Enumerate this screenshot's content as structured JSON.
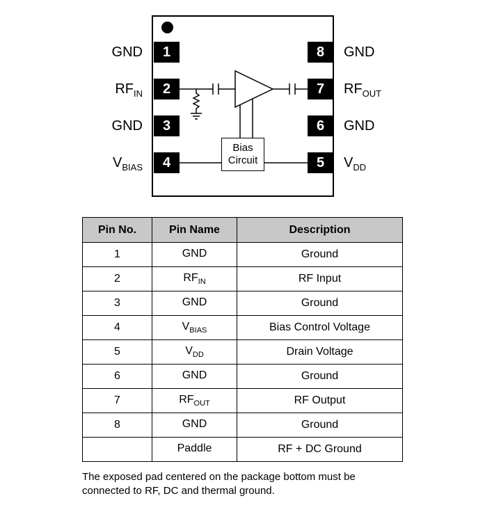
{
  "diagram": {
    "left_pins": [
      {
        "number": "1",
        "label": "GND",
        "sub": ""
      },
      {
        "number": "2",
        "label": "RF",
        "sub": "IN"
      },
      {
        "number": "3",
        "label": "GND",
        "sub": ""
      },
      {
        "number": "4",
        "label": "V",
        "sub": "BIAS"
      }
    ],
    "right_pins": [
      {
        "number": "8",
        "label": "GND",
        "sub": ""
      },
      {
        "number": "7",
        "label": "RF",
        "sub": "OUT"
      },
      {
        "number": "6",
        "label": "GND",
        "sub": ""
      },
      {
        "number": "5",
        "label": "V",
        "sub": "DD"
      }
    ],
    "bias_line1": "Bias",
    "bias_line2": "Circuit"
  },
  "table": {
    "headers": [
      "Pin No.",
      "Pin Name",
      "Description"
    ],
    "rows": [
      {
        "pin_no": "1",
        "name": "GND",
        "name_sub": "",
        "description": "Ground"
      },
      {
        "pin_no": "2",
        "name": "RF",
        "name_sub": "IN",
        "description": "RF Input"
      },
      {
        "pin_no": "3",
        "name": "GND",
        "name_sub": "",
        "description": "Ground"
      },
      {
        "pin_no": "4",
        "name": "V",
        "name_sub": "BIAS",
        "description": "Bias Control Voltage"
      },
      {
        "pin_no": "5",
        "name": "V",
        "name_sub": "DD",
        "description": "Drain Voltage"
      },
      {
        "pin_no": "6",
        "name": "GND",
        "name_sub": "",
        "description": "Ground"
      },
      {
        "pin_no": "7",
        "name": "RF",
        "name_sub": "OUT",
        "description": "RF Output"
      },
      {
        "pin_no": "8",
        "name": "GND",
        "name_sub": "",
        "description": "Ground"
      },
      {
        "pin_no": "",
        "name": "Paddle",
        "name_sub": "",
        "description": "RF + DC Ground"
      }
    ]
  },
  "footnote": "The exposed pad centered on the package bottom must be connected to RF, DC and thermal ground."
}
